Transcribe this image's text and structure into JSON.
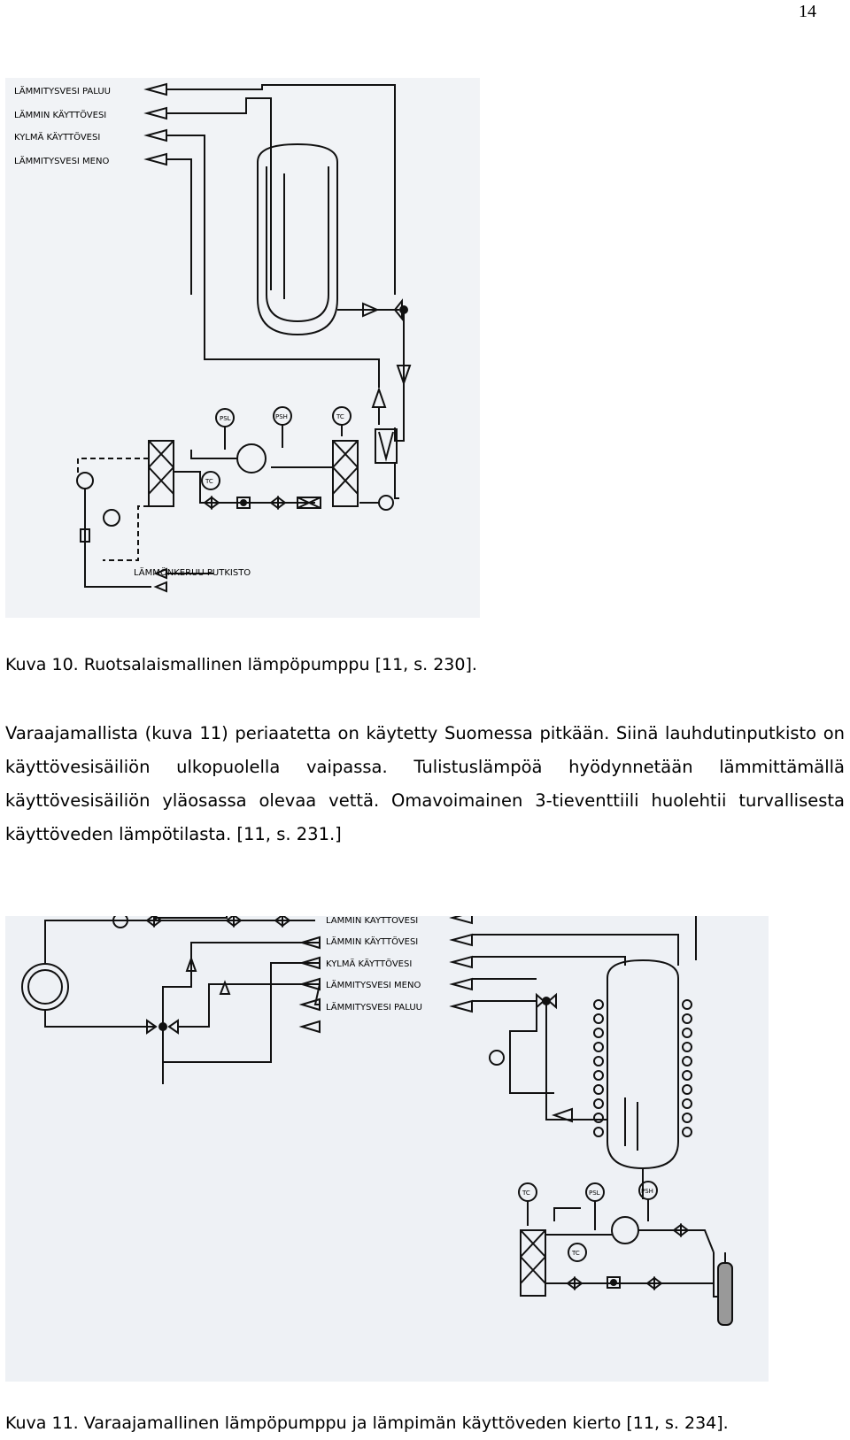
{
  "page_number": "14",
  "figure1": {
    "labels": {
      "return_line": "LÄMMITYSVESI PALUU",
      "hot_water": "LÄMMIN KÄYTTÖVESI",
      "cold_water": "KYLMÄ KÄYTTÖVESI",
      "supply_line": "LÄMMITYSVESI MENO",
      "collector": "LÄMMÖNKERUU PUTKISTO"
    },
    "instruments": {
      "psl": "PSL",
      "psh": "PSH",
      "tc_top": "TC",
      "tc_valve": "TC"
    }
  },
  "caption1": "Kuva 10.  Ruotsalaismallinen lämpöpumppu [11, s. 230].",
  "body_paragraph": "Varaajamallista (kuva 11) periaatetta on käytetty Suomessa pitkään. Siinä lauhdutinputkisto on käyttövesisäiliön ulkopuolella vaipassa. Tulistuslämpöä hyödynnetään lämmittämällä käyttövesisäiliön yläosassa olevaa vettä. Omavoimainen 3-tieventtiili huolehtii turvallisesta käyttöveden lämpötilasta. [11, s. 231.]",
  "figure2": {
    "labels": {
      "hot_water_1": "LÄMMIN KÄYTTÖVESI",
      "hot_water_2": "LÄMMIN KÄYTTÖVESI",
      "cold_water": "KYLMÄ KÄYTTÖVESI",
      "supply_line": "LÄMMITYSVESI MENO",
      "return_line": "LÄMMITYSVESI PALUU"
    },
    "instruments": {
      "tc_left": "TC",
      "psl": "PSL",
      "psh": "PSH",
      "tc_bottom": "TC"
    }
  },
  "caption2": "Kuva 11.  Varaajamallinen lämpöpumppu ja lämpimän käyttöveden kierto [11, s. 234]."
}
